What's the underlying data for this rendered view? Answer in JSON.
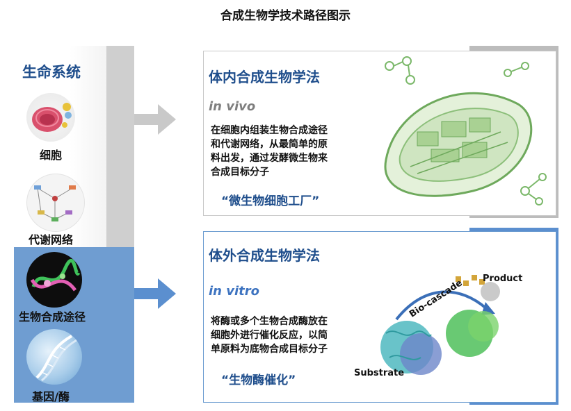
{
  "title": "合成生物学技术路径图示",
  "left": {
    "heading": "生命系统",
    "items": [
      {
        "label": "细胞"
      },
      {
        "label": "代谢网络"
      },
      {
        "label": "生物合成途径"
      },
      {
        "label": "基因/酶"
      }
    ]
  },
  "in_vivo": {
    "title": "体内合成生物学法",
    "subtitle": "in vivo",
    "body_lines": [
      "在细胞内组装生物合成途径",
      "和代谢网络，从最简单的原",
      "料出发，通过发酵微生物来",
      "合成目标分子"
    ],
    "quote": "“微生物细胞工厂”"
  },
  "in_vitro": {
    "title": "体外合成生物学法",
    "subtitle": "in vitro",
    "body_lines": [
      "将酶或多个生物合成酶放在",
      "细胞外进行催化反应，以简",
      "单原料为底物合成目标分子"
    ],
    "quote": "“生物酶催化”",
    "labels": {
      "product": "Product",
      "cascade": "Bio-cascade",
      "substrate": "Substrate"
    }
  },
  "colors": {
    "accent_blue": "#1f4e8c",
    "gray_arrow": "#c9c9c9",
    "blue_arrow": "#5b8fcf",
    "vivo_subtitle": "#7f7f7f",
    "vitro_subtitle": "#3d73c0"
  }
}
